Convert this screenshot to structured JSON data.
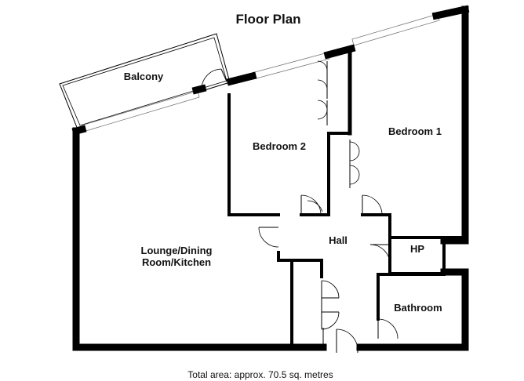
{
  "title": "Floor Plan",
  "footer": "Total area: approx. 70.5 sq. metres",
  "rooms": {
    "balcony": "Balcony",
    "bedroom2": "Bedroom 2",
    "bedroom1": "Bedroom 1",
    "lounge_line1": "Lounge/Dining",
    "lounge_line2": "Room/Kitchen",
    "hall": "Hall",
    "hp": "HP",
    "bathroom": "Bathroom"
  }
}
